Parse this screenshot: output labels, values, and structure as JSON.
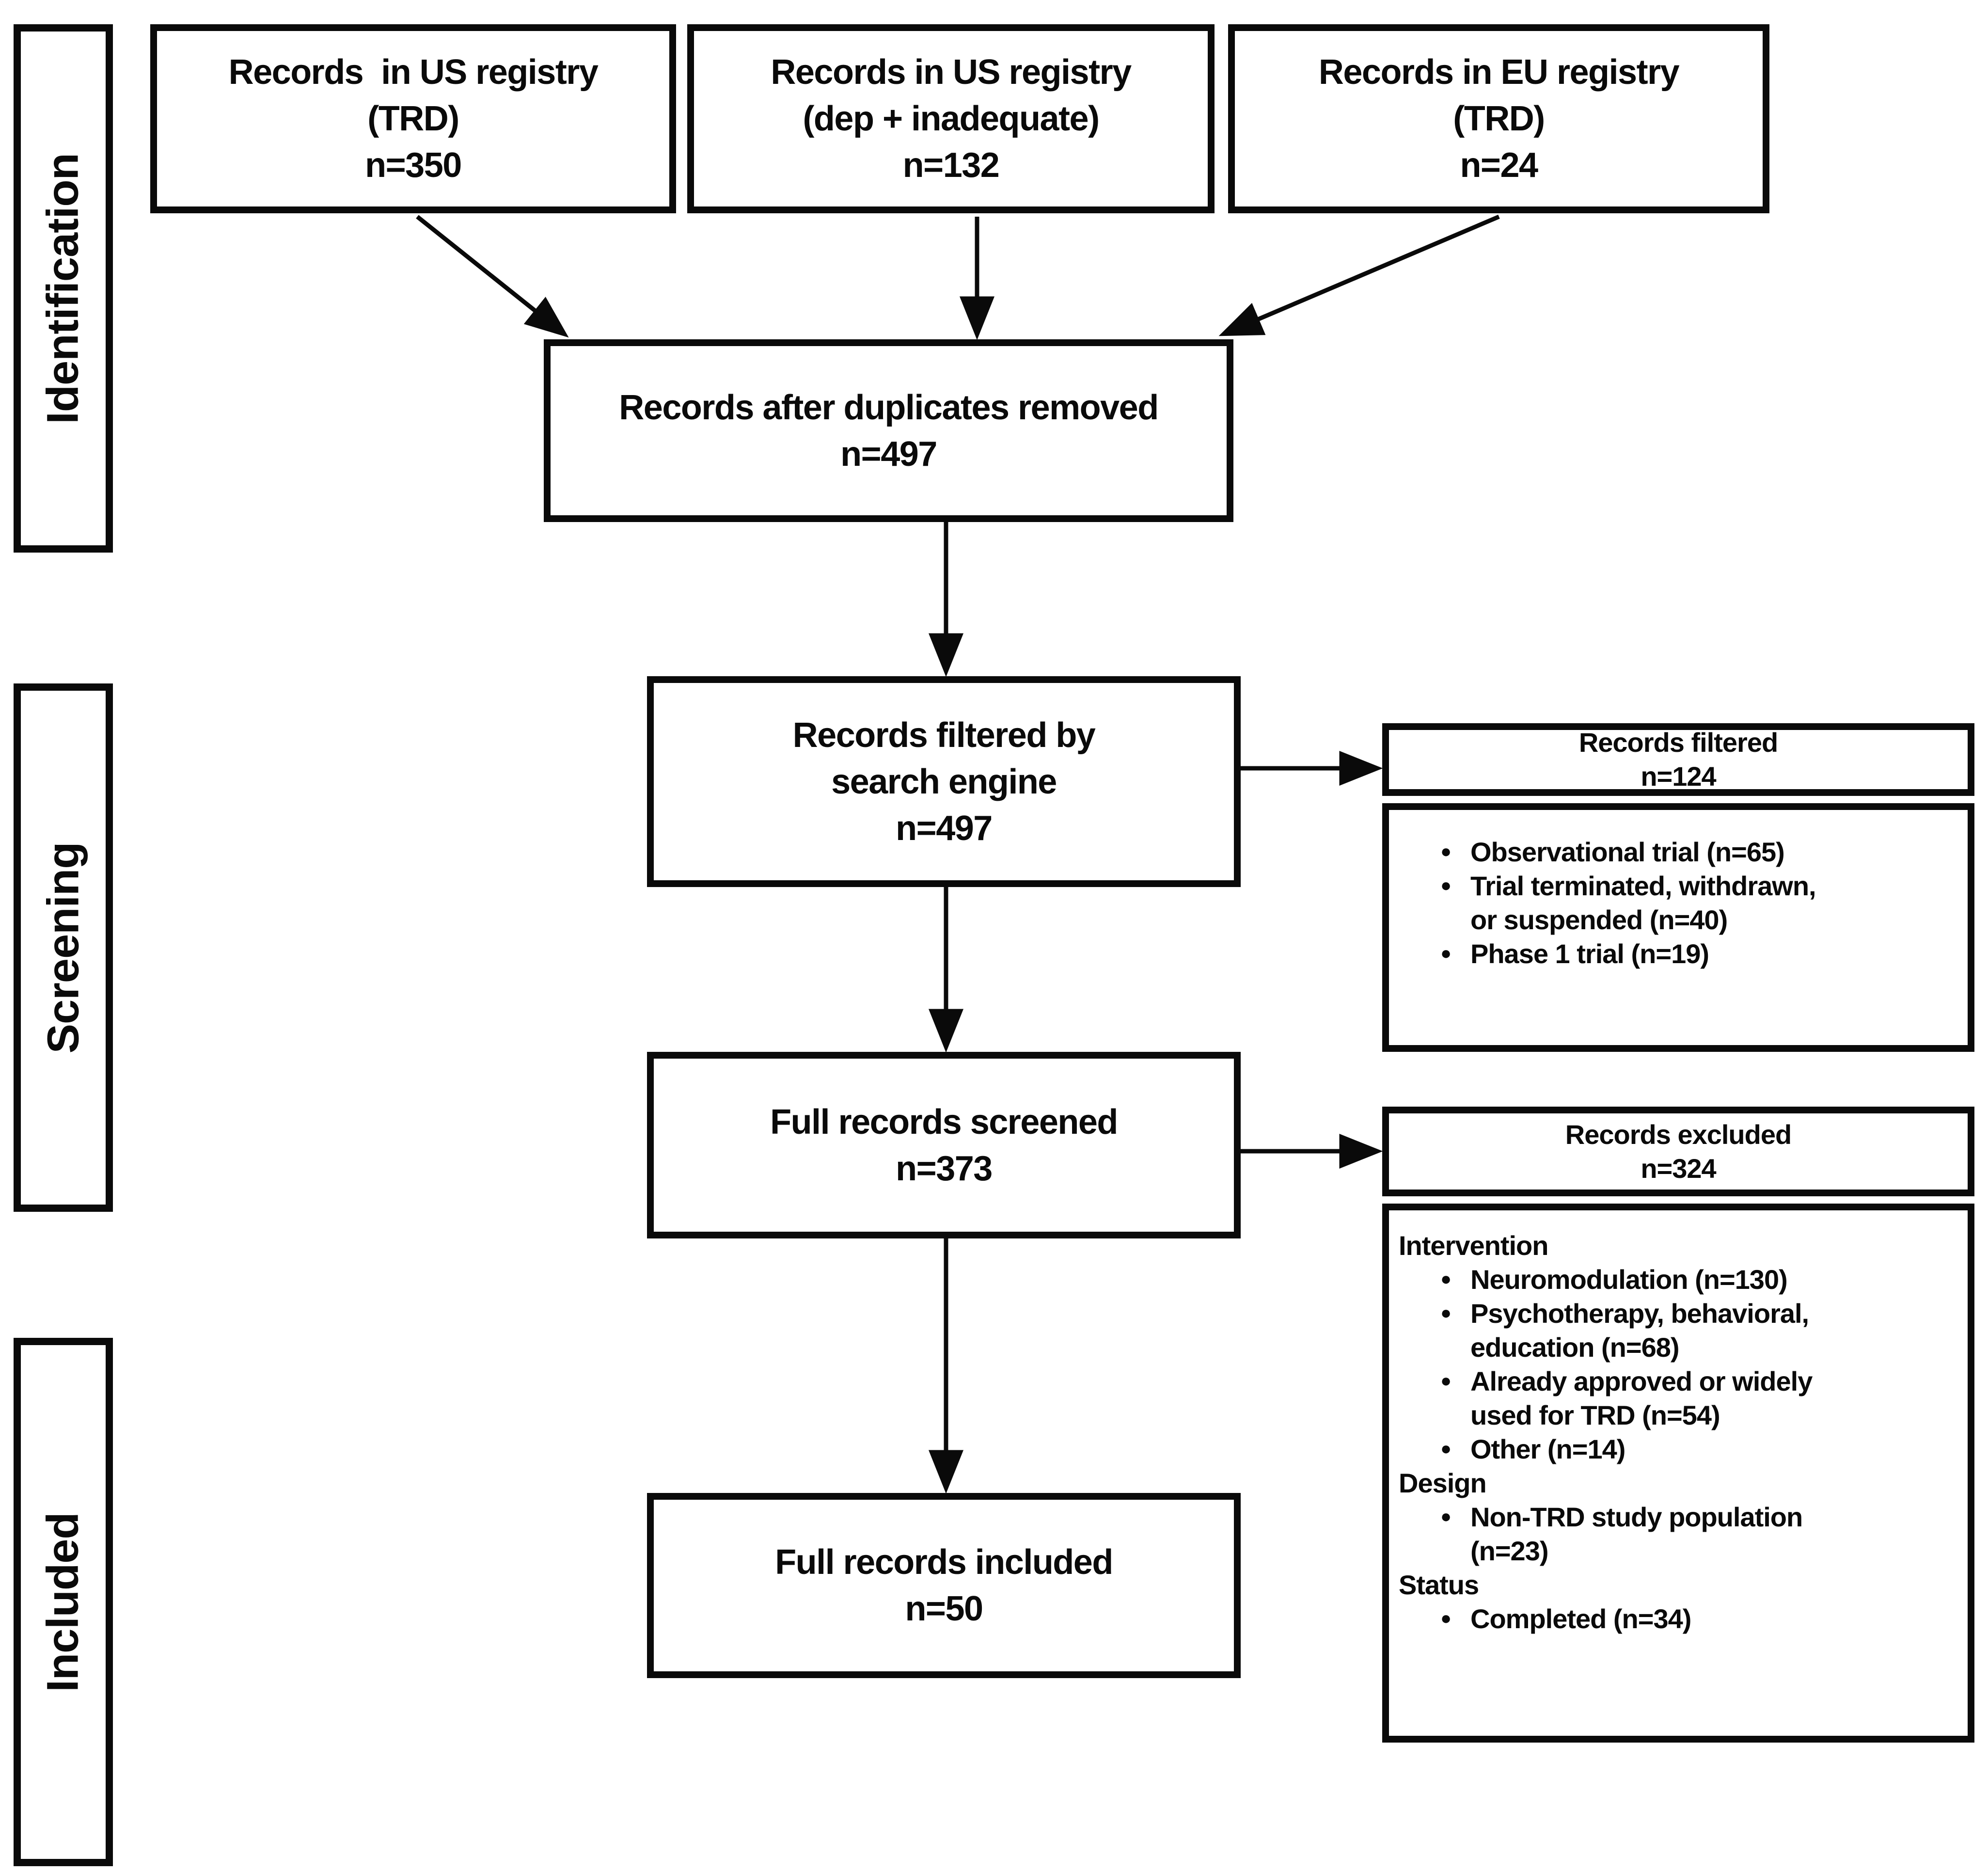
{
  "stages": {
    "identification": "Identification",
    "screening": "Screening",
    "included": "Included"
  },
  "boxes": {
    "us_registry_trd": "Records  in US registry\n(TRD)\nn=350",
    "us_registry_dep": "Records in US registry\n(dep + inadequate)\nn=132",
    "eu_registry_trd": "Records in EU registry\n(TRD)\nn=24",
    "duplicates_removed": "Records after duplicates removed\nn=497",
    "filtered_search_engine": "Records filtered by\nsearch engine\nn=497",
    "full_records_screened": "Full records screened\nn=373",
    "full_records_included": "Full records included\nn=50"
  },
  "right": {
    "filtered": {
      "title": "Records filtered\nn=124",
      "items": [
        "Observational trial (n=65)",
        "Trial terminated, withdrawn,\nor suspended (n=40)",
        "Phase 1 trial (n=19)"
      ]
    },
    "excluded": {
      "title": "Records excluded\nn=324",
      "sections": [
        {
          "header": "Intervention",
          "items": [
            "Neuromodulation (n=130)",
            "Psychotherapy, behavioral,\neducation (n=68)",
            "Already approved or widely\nused for TRD (n=54)",
            "Other (n=14)"
          ]
        },
        {
          "header": "Design",
          "items": [
            "Non-TRD study population\n(n=23)"
          ]
        },
        {
          "header": "Status",
          "items": [
            "Completed (n=34)"
          ]
        }
      ]
    }
  },
  "colors": {
    "ink": "#0a0a0a",
    "background": "#ffffff"
  }
}
